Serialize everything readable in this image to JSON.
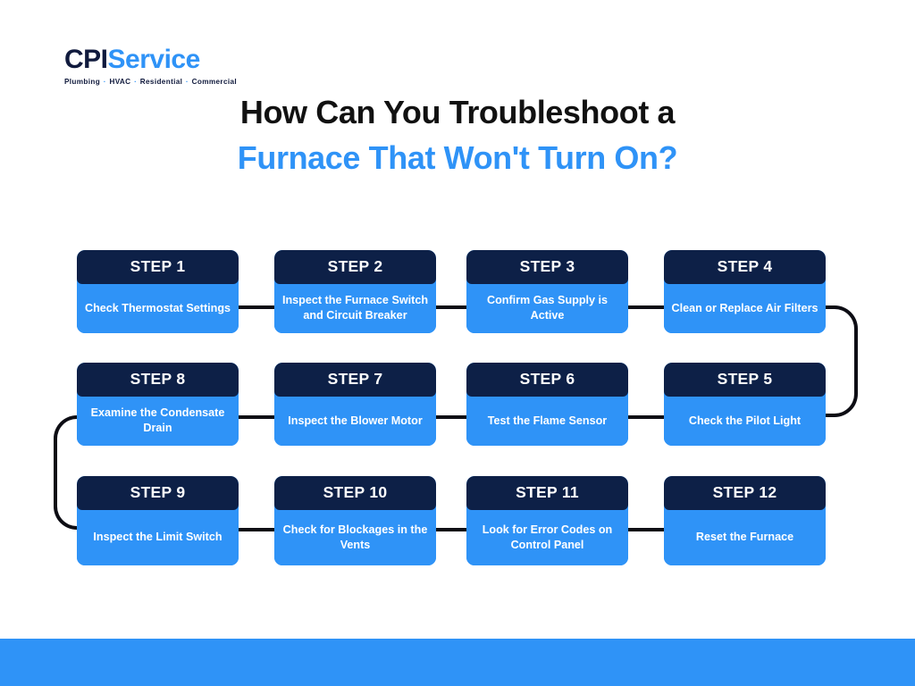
{
  "brand": {
    "logo_primary": "CPI",
    "logo_secondary": "Service",
    "tagline_items": [
      "Plumbing",
      "HVAC",
      "Residential",
      "Commercial"
    ],
    "tagline_separator": "·",
    "colors": {
      "navy": "#0d2047",
      "blue": "#2f93f7",
      "line": "#0d0d14",
      "text_dark": "#111111",
      "white": "#ffffff"
    }
  },
  "header": {
    "title_line_1": "How Can You Troubleshoot a",
    "title_line_2": "Furnace That Won't Turn On?"
  },
  "flow": {
    "rows": [
      {
        "direction": "left-to-right",
        "cards": [
          {
            "step_label": "STEP 1",
            "text": "Check Thermostat Settings"
          },
          {
            "step_label": "STEP 2",
            "text": "Inspect the Furnace Switch and Circuit Breaker"
          },
          {
            "step_label": "STEP 3",
            "text": "Confirm Gas Supply is Active"
          },
          {
            "step_label": "STEP 4",
            "text": "Clean or Replace Air Filters"
          }
        ]
      },
      {
        "direction": "right-to-left",
        "cards": [
          {
            "step_label": "STEP 8",
            "text": "Examine the Condensate Drain"
          },
          {
            "step_label": "STEP 7",
            "text": "Inspect the Blower Motor"
          },
          {
            "step_label": "STEP 6",
            "text": "Test the Flame Sensor"
          },
          {
            "step_label": "STEP 5",
            "text": "Check the Pilot Light"
          }
        ]
      },
      {
        "direction": "left-to-right",
        "cards": [
          {
            "step_label": "STEP 9",
            "text": "Inspect the Limit Switch"
          },
          {
            "step_label": "STEP 10",
            "text": "Check for Blockages in the Vents"
          },
          {
            "step_label": "STEP 11",
            "text": "Look for Error Codes on Control Panel"
          },
          {
            "step_label": "STEP 12",
            "text": "Reset the Furnace"
          }
        ]
      }
    ],
    "total_steps": 12
  },
  "footer": {
    "bar_color": "#2f93f7"
  }
}
